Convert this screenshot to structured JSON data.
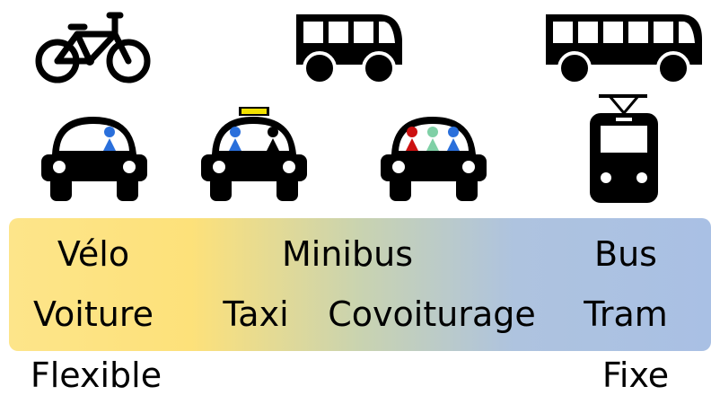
{
  "labels": {
    "velo": "Vélo",
    "minibus": "Minibus",
    "bus": "Bus",
    "voiture": "Voiture",
    "taxi": "Taxi",
    "covoiturage": "Covoiturage",
    "tram": "Tram"
  },
  "scale": {
    "left": "Flexible",
    "right": "Fixe"
  },
  "colors": {
    "band_left": "#fde58a",
    "band_right": "#a9c0e4",
    "passenger_blue": "#2a6fdb",
    "passenger_red": "#cc1010",
    "passenger_green": "#7fd0a6",
    "passenger_black": "#000000",
    "taxi_sign": "#f2e100"
  },
  "icons": [
    "bicycle-icon",
    "minibus-icon",
    "bus-icon",
    "car-icon",
    "taxi-icon",
    "carpool-icon",
    "tram-icon"
  ]
}
